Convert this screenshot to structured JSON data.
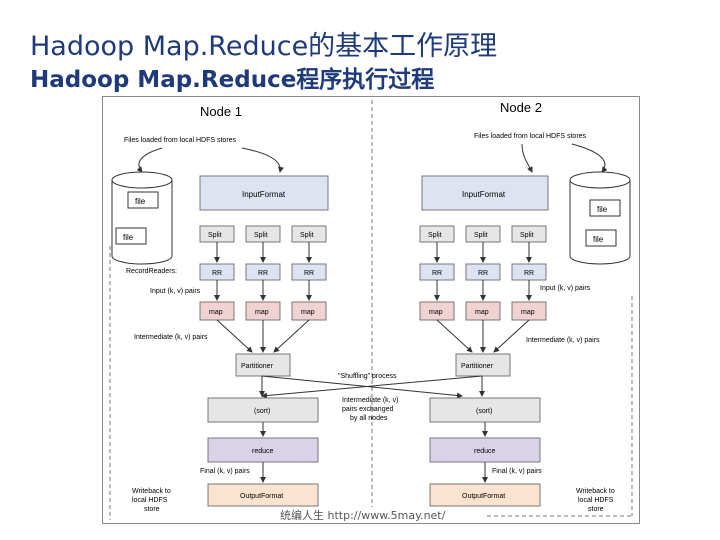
{
  "slide": {
    "title": "Hadoop Map.Reduce的基本工作原理",
    "subtitle": "Hadoop Map.Reduce程序执行过程",
    "watermark": "统编人生 http://www.5may.net/"
  },
  "diagram": {
    "node1_label": "Node 1",
    "node2_label": "Node 2",
    "files_loaded": "Files loaded from local HDFS stores",
    "file": "file",
    "input_format": "InputFormat",
    "split": "Split",
    "record_readers": "RecordReaders:",
    "rr": "RR",
    "input_pairs": "Input (k, v) pairs",
    "map": "map",
    "intermediate_pairs": "Intermediate (k, v) pairs",
    "partitioner": "Partitioner",
    "shuffling": "\"Shuffling\" process",
    "exchange_1": "Intermediate (k, v)",
    "exchange_2": "pairs exchanged",
    "exchange_3": "by all nodes",
    "sort": "(sort)",
    "reduce": "reduce",
    "final_pairs": "Final (k, v) pairs",
    "writeback_1": "Writeback to",
    "writeback_2": "local HDFS",
    "writeback_3": "store",
    "output_format": "OutputFormat"
  },
  "colors": {
    "title": "#1f3a7a",
    "box_gray": "#e6e6e6",
    "box_blue": "#dde3f1",
    "box_pink": "#f0d2d2",
    "box_purple": "#d9d2e9",
    "box_peach": "#fbe3cf"
  }
}
